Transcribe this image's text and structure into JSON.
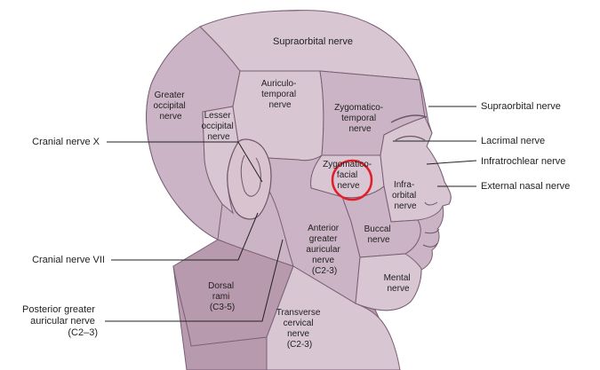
{
  "regions": {
    "supraorbital_top": [
      "Supraorbital nerve"
    ],
    "greater_occipital": [
      "Greater",
      "occipital",
      "nerve"
    ],
    "lesser_occipital": [
      "Lesser",
      "occipital",
      "nerve"
    ],
    "auriculotemporal": [
      "Auriculo-",
      "temporal",
      "nerve"
    ],
    "zygomaticotemporal": [
      "Zygomatico-",
      "temporal",
      "nerve"
    ],
    "zygomaticofacial": [
      "Zygomatico-",
      "facial",
      "nerve"
    ],
    "infraorbital": [
      "Infra-",
      "orbital",
      "nerve"
    ],
    "buccal": [
      "Buccal",
      "nerve"
    ],
    "anterior_greater_auricular": [
      "Anterior",
      "greater",
      "auricular",
      "nerve",
      "(C2-3)"
    ],
    "mental": [
      "Mental",
      "nerve"
    ],
    "dorsal_rami": [
      "Dorsal",
      "rami",
      "(C3-5)"
    ],
    "transverse_cervical": [
      "Transverse",
      "cervical",
      "nerve",
      "(C2-3)"
    ]
  },
  "callouts": {
    "supraorbital_right": "Supraorbital nerve",
    "lacrimal": "Lacrimal nerve",
    "infratrochlear": "Infratrochlear nerve",
    "external_nasal": "External nasal nerve",
    "cranial_x": "Cranial nerve X",
    "cranial_vii": "Cranial nerve VII",
    "posterior_greater_auricular": [
      "Posterior greater",
      "auricular nerve",
      "(C2–3)"
    ]
  },
  "highlight_color": "#e0202a",
  "skin_color": "#cbb4c5"
}
